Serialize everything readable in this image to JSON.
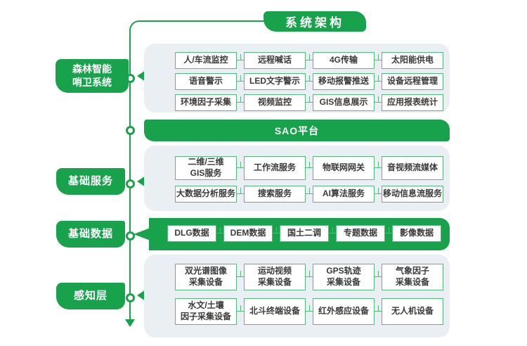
{
  "title": "系统架构",
  "colors": {
    "green": "#18A24B",
    "panel_background": "#E9EFF3",
    "box_border": "#53BA7C",
    "box_text": "#3A3A3A"
  },
  "sections": {
    "forest": {
      "label": "森林智能\n哨卫系统",
      "rows": [
        [
          "人/车流监控",
          "远程喊话",
          "4G传输",
          "太阳能供电"
        ],
        [
          "语音警示",
          "LED文字警示",
          "移动报警推送",
          "设备远程管理"
        ],
        [
          "环境因子采集",
          "视频监控",
          "GIS信息展示",
          "应用报表统计"
        ]
      ]
    },
    "sao": {
      "label": "SAO平台"
    },
    "services": {
      "label": "基础服务",
      "rows": [
        [
          "二维/三维\nGIS服务",
          "工作流服务",
          "物联网网关",
          "音视频流媒体"
        ],
        [
          "大数据分析服务",
          "搜索服务",
          "AI算法服务",
          "移动信息流服务"
        ]
      ]
    },
    "data": {
      "label": "基础数据",
      "items": [
        "DLG数据",
        "DEM数据",
        "国土二调",
        "专题数据",
        "影像数据"
      ]
    },
    "sensing": {
      "label": "感知层",
      "rows": [
        [
          "双光谱图像\n采集设备",
          "运动视频\n采集设备",
          "GPS轨迹\n采集设备",
          "气象因子\n采集设备"
        ],
        [
          "水文/土壤\n因子采集设备",
          "北斗终端设备",
          "红外感应设备",
          "无人机设备"
        ]
      ]
    }
  }
}
